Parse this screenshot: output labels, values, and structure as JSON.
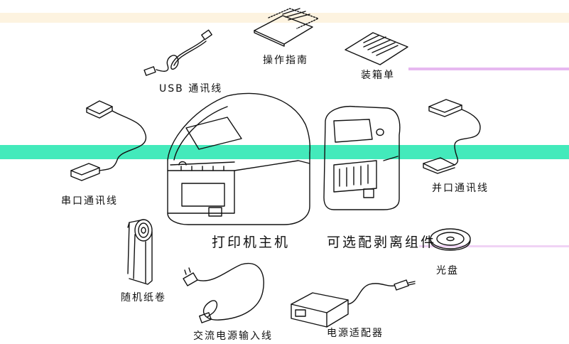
{
  "labels": {
    "manual": "操作指南",
    "packing_list": "装箱单",
    "usb_cable": "USB 通讯线",
    "serial_cable": "串口通讯线",
    "parallel_cable": "并口通讯线",
    "printer": "打印机主机",
    "peeler": "可选配剥离组件",
    "cd": "光盘",
    "paper": "随机纸卷",
    "power_cord": "交流电源输入线",
    "adapter": "电源适配器"
  },
  "colors": {
    "line": "#111111",
    "glitch_band": "#2fe8b4",
    "cream_band": "#fdf3e0",
    "pink_band": "#e6b8f0"
  }
}
